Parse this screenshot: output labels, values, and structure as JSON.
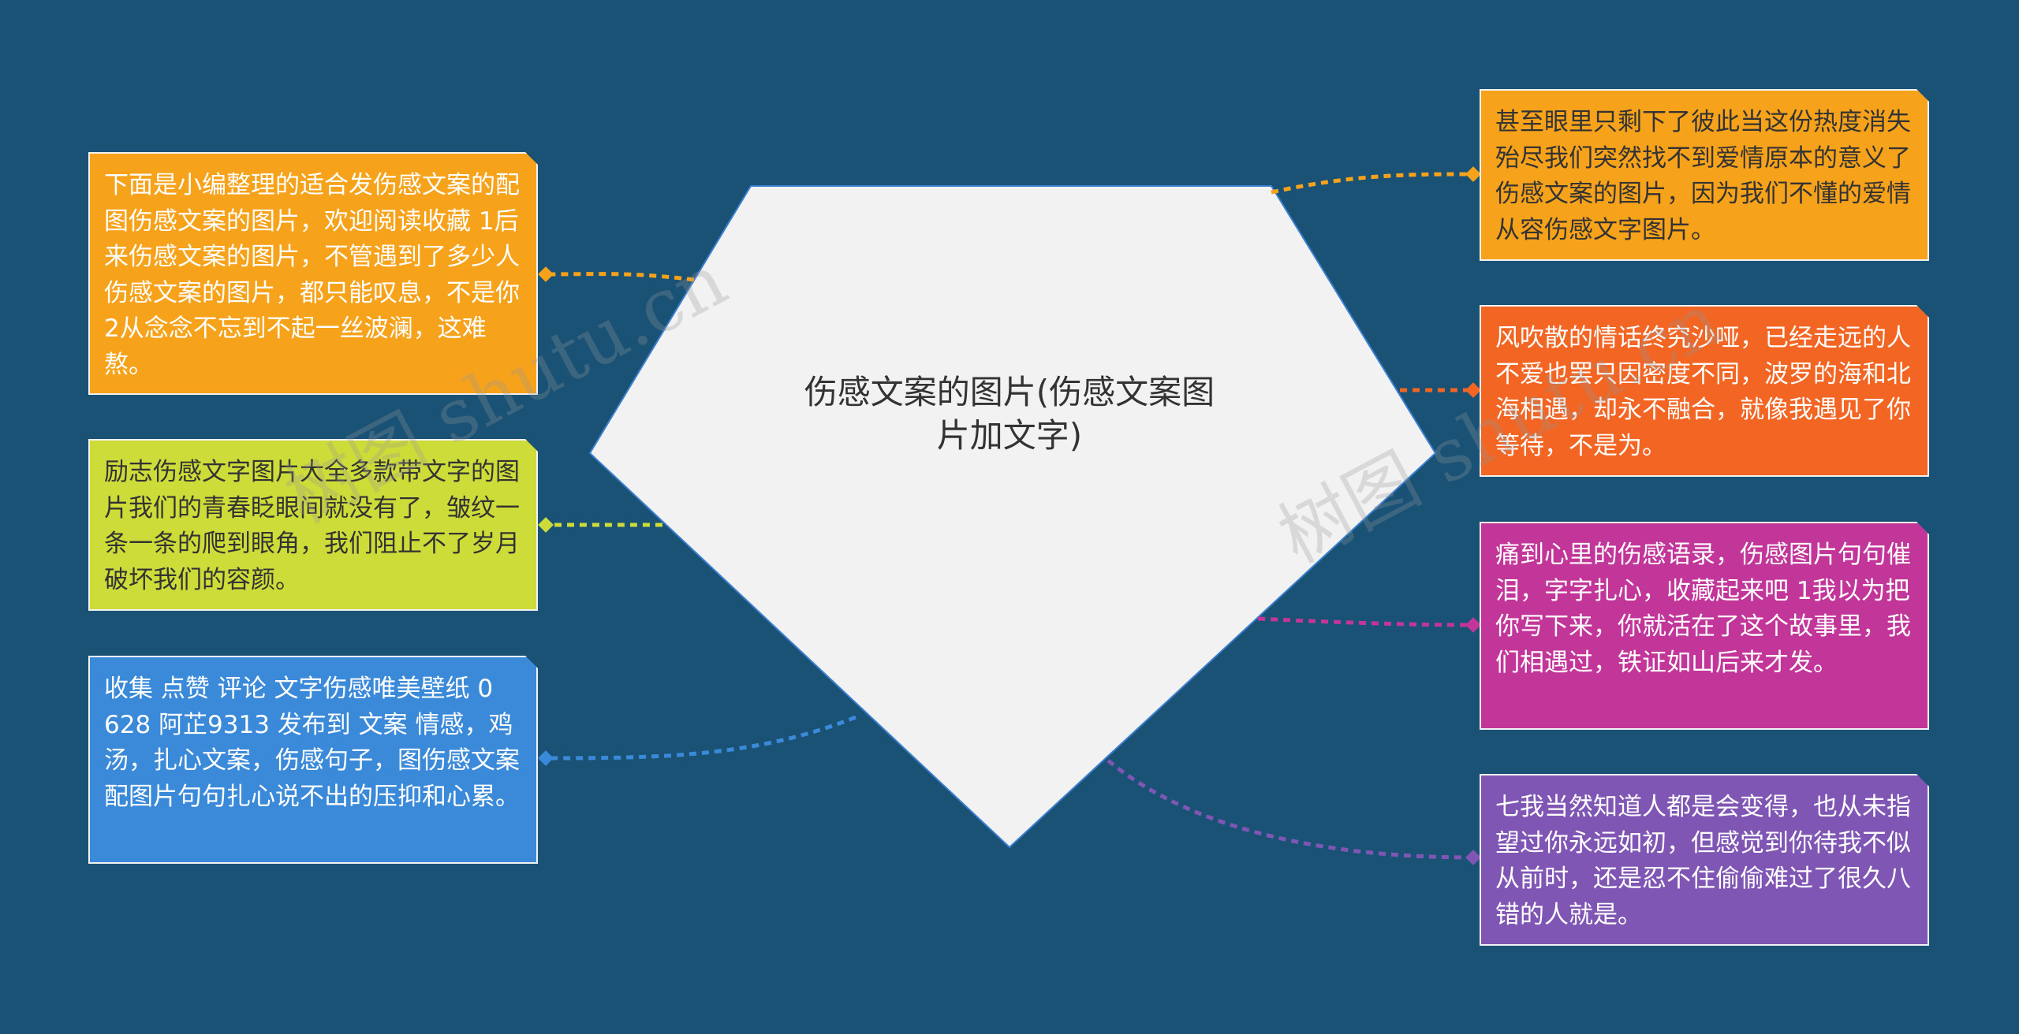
{
  "center": {
    "text": "伤感文案的图片(伤感文案图片加文字)"
  },
  "watermark": {
    "text": "树图 shutu.cn"
  },
  "nodes": {
    "left_1": {
      "text": "下面是小编整理的适合发伤感文案的配图伤感文案的图片，欢迎阅读收藏 1后来伤感文案的图片，不管遇到了多少人伤感文案的图片，都只能叹息，不是你 2从念念不忘到不起一丝波澜，这难熬。",
      "color": "#f7a21b"
    },
    "left_2": {
      "text": "励志伤感文字图片大全多款带文字的图片我们的青春眨眼间就没有了，皱纹一条一条的爬到眼角，我们阻止不了岁月破坏我们的容颜。",
      "color": "#cddc39"
    },
    "left_3": {
      "text": "收集 点赞 评论 文字伤感唯美壁纸 0 628 阿芷9313 发布到 文案 情感，鸡汤，扎心文案，伤感句子，图伤感文案配图片句句扎心说不出的压抑和心累。",
      "color": "#3b8ad9"
    },
    "right_1": {
      "text": "甚至眼里只剩下了彼此当这份热度消失殆尽我们突然找不到爱情原本的意义了伤感文案的图片，因为我们不懂的爱情从容伤感文字图片。",
      "color": "#f7a21b"
    },
    "right_2": {
      "text": "风吹散的情话终究沙哑，已经走远的人不爱也罢只因密度不同，波罗的海和北海相遇，却永不融合，就像我遇见了你等待，不是为。",
      "color": "#f26522"
    },
    "right_3": {
      "text": "痛到心里的伤感语录，伤感图片句句催泪，字字扎心，收藏起来吧 1我以为把你写下来，你就活在了这个故事里，我们相遇过，铁证如山后来才发。",
      "color": "#c2369a"
    },
    "right_4": {
      "text": "七我当然知道人都是会变得，也从未指望过你永远如初，但感觉到你待我不似从前时，还是忍不住偷偷难过了很久八错的人就是。",
      "color": "#8056b5"
    }
  }
}
